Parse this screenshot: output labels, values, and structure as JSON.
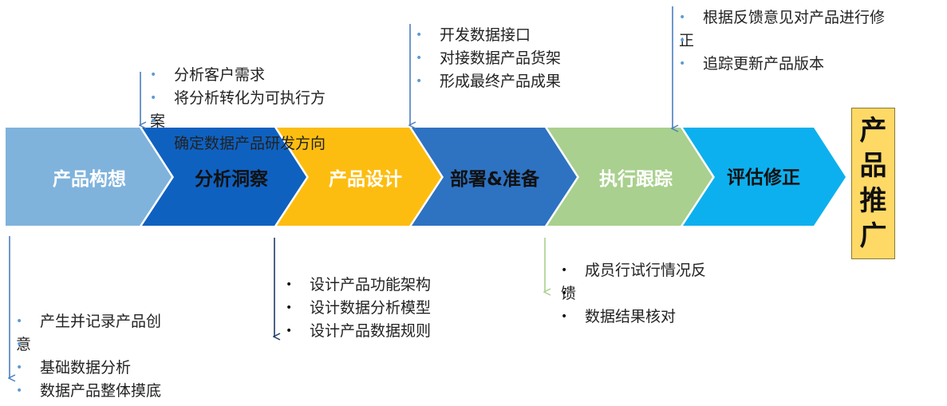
{
  "steps": [
    {
      "label": "产品构想",
      "color": "#7fb3dc"
    },
    {
      "label": "分析洞察",
      "color": "#0f61c0"
    },
    {
      "label": "产品设计",
      "color": "#fdbd10"
    },
    {
      "label": "部署&准备",
      "color": "#2e72c2"
    },
    {
      "label": "执行跟踪",
      "color": "#a9d08e"
    },
    {
      "label": "评估修正",
      "color": "#0db0ee"
    }
  ],
  "promotion": {
    "chars": [
      "产",
      "品",
      "推",
      "广"
    ],
    "color": "#ffd966"
  },
  "notes": {
    "concept": [
      "产生并记录产品创",
      "意",
      "基础数据分析",
      "数据产品整体摸底"
    ],
    "analysis": [
      "分析客户需求",
      "将分析转化为可执行方",
      "案"
    ],
    "analysis_extra": "确定数据产品研发方向",
    "design": [
      "设计产品功能架构",
      "设计数据分析模型",
      "设计产品数据规则"
    ],
    "deploy": [
      "开发数据接口",
      "对接数据产品货架",
      "形成最终产品成果"
    ],
    "tracking": [
      "成员行试行情况反",
      "馈",
      "数据结果核对"
    ],
    "evaluate": [
      "根据反馈意见对产品进行修",
      "正",
      "追踪更新产品版本"
    ]
  }
}
